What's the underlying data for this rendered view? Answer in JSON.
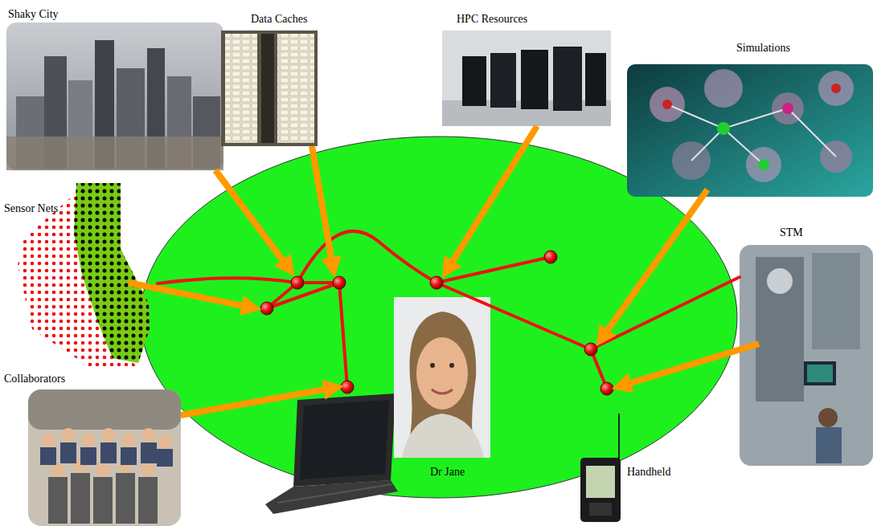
{
  "diagram": {
    "nodes": [
      {
        "text": [
          "Shaky City"
        ]
      },
      {
        "text": [
          "Data Caches"
        ]
      },
      {
        "text": [
          "HPC Resources"
        ]
      },
      {
        "text": [
          "Simulations"
        ]
      },
      {
        "text": [
          "Sensor Nets"
        ]
      },
      {
        "text": [
          "STM"
        ]
      },
      {
        "text": [
          "Collaborators"
        ]
      },
      {
        "text": [
          "Dr Jane"
        ]
      },
      {
        "text": [
          "Handheld"
        ]
      }
    ]
  }
}
